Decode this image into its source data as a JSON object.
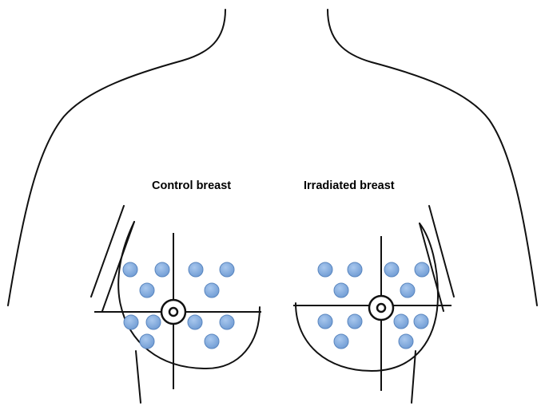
{
  "labels": {
    "control": "Control breast",
    "irradiated": "Irradiated breast"
  },
  "colors": {
    "dot_fill": "#7aa6da",
    "dot_stroke": "#5a86bf",
    "line": "#111111",
    "background": "#ffffff"
  },
  "breasts": [
    {
      "side": "control",
      "sample_dot_count": 12
    },
    {
      "side": "irradiated",
      "sample_dot_count": 12
    }
  ]
}
